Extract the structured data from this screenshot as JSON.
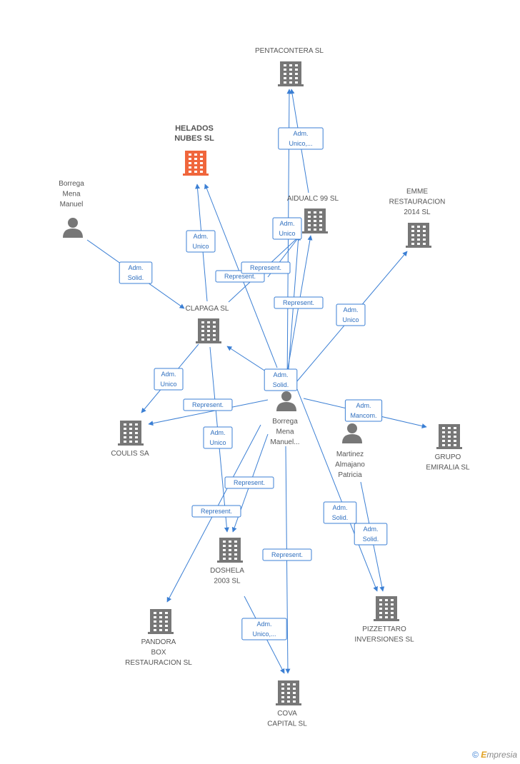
{
  "colors": {
    "edge": "#3b7fd4",
    "icon": "#777777",
    "focus": "#f0663c",
    "label": "#555555"
  },
  "nodes": [
    {
      "id": "pentacontera",
      "type": "company",
      "lines": [
        "PENTACONTERA SL"
      ]
    },
    {
      "id": "helados",
      "type": "company",
      "focus": true,
      "lines": [
        "HELADOS",
        "NUBES SL"
      ]
    },
    {
      "id": "borrega1",
      "type": "person",
      "lines": [
        "Borrega",
        "Mena",
        "Manuel"
      ]
    },
    {
      "id": "aidualc",
      "type": "company",
      "lines": [
        "AIDUALC 99 SL"
      ]
    },
    {
      "id": "emme",
      "type": "company",
      "lines": [
        "EMME",
        "RESTAURACION",
        "2014  SL"
      ]
    },
    {
      "id": "clapaga",
      "type": "company",
      "lines": [
        "CLAPAGA SL"
      ]
    },
    {
      "id": "coulis",
      "type": "company",
      "lines": [
        "COULIS SA"
      ]
    },
    {
      "id": "borrega2",
      "type": "person",
      "lines": [
        "Borrega",
        "Mena",
        "Manuel..."
      ]
    },
    {
      "id": "martinez",
      "type": "person",
      "lines": [
        "Martinez",
        "Almajano",
        "Patricia"
      ]
    },
    {
      "id": "emiralia",
      "type": "company",
      "lines": [
        "GRUPO",
        "EMIRALIA  SL"
      ]
    },
    {
      "id": "doshela",
      "type": "company",
      "lines": [
        "DOSHELA",
        "2003 SL"
      ]
    },
    {
      "id": "pandora",
      "type": "company",
      "lines": [
        "PANDORA",
        "BOX",
        "RESTAURACION SL"
      ]
    },
    {
      "id": "pizzettaro",
      "type": "company",
      "lines": [
        "PIZZETTARO",
        "INVERSIONES SL"
      ]
    },
    {
      "id": "cova",
      "type": "company",
      "lines": [
        "COVA",
        "CAPITAL SL"
      ]
    }
  ],
  "edges": [
    {
      "from": "aidualc",
      "to": "pentacontera",
      "label": [
        "Adm.",
        "Unico,..."
      ]
    },
    {
      "from": "borrega2",
      "to": "pentacontera",
      "label": []
    },
    {
      "from": "clapaga",
      "to": "helados",
      "label": [
        "Adm.",
        "Unico"
      ]
    },
    {
      "from": "borrega2",
      "to": "helados",
      "label": []
    },
    {
      "from": "borrega1",
      "to": "clapaga",
      "label": [
        "Adm.",
        "Solid."
      ]
    },
    {
      "from": "clapaga",
      "to": "aidualc",
      "label": [
        "Represent."
      ]
    },
    {
      "from": "borrega2",
      "to": "aidualc",
      "label": [
        "Represent."
      ]
    },
    {
      "from": "borrega2",
      "to": "aidualc",
      "label": [
        "Represent."
      ]
    },
    {
      "from": "borrega2",
      "to": "aidualc",
      "label": [
        "Adm.",
        "Unico"
      ]
    },
    {
      "from": "borrega2",
      "to": "emme",
      "label": [
        "Adm.",
        "Unico"
      ]
    },
    {
      "from": "borrega2",
      "to": "clapaga",
      "label": [
        "Adm.",
        "Solid."
      ]
    },
    {
      "from": "clapaga",
      "to": "coulis",
      "label": [
        "Adm.",
        "Unico"
      ]
    },
    {
      "from": "borrega2",
      "to": "coulis",
      "label": [
        "Represent."
      ]
    },
    {
      "from": "borrega2",
      "to": "emiralia",
      "label": [
        "Adm.",
        "Mancom."
      ]
    },
    {
      "from": "clapaga",
      "to": "doshela",
      "label": [
        "Adm.",
        "Unico"
      ]
    },
    {
      "from": "borrega2",
      "to": "doshela",
      "label": [
        "Represent."
      ]
    },
    {
      "from": "borrega2",
      "to": "pandora",
      "label": [
        "Represent."
      ]
    },
    {
      "from": "borrega2",
      "to": "cova",
      "label": [
        "Represent."
      ]
    },
    {
      "from": "doshela",
      "to": "cova",
      "label": [
        "Adm.",
        "Unico,..."
      ]
    },
    {
      "from": "borrega2",
      "to": "pizzettaro",
      "label": [
        "Adm.",
        "Solid."
      ]
    },
    {
      "from": "martinez",
      "to": "pizzettaro",
      "label": [
        "Adm.",
        "Solid."
      ]
    }
  ],
  "footer": {
    "copyright": "©",
    "brand_initial": "E",
    "brand_rest": "mpresia"
  }
}
